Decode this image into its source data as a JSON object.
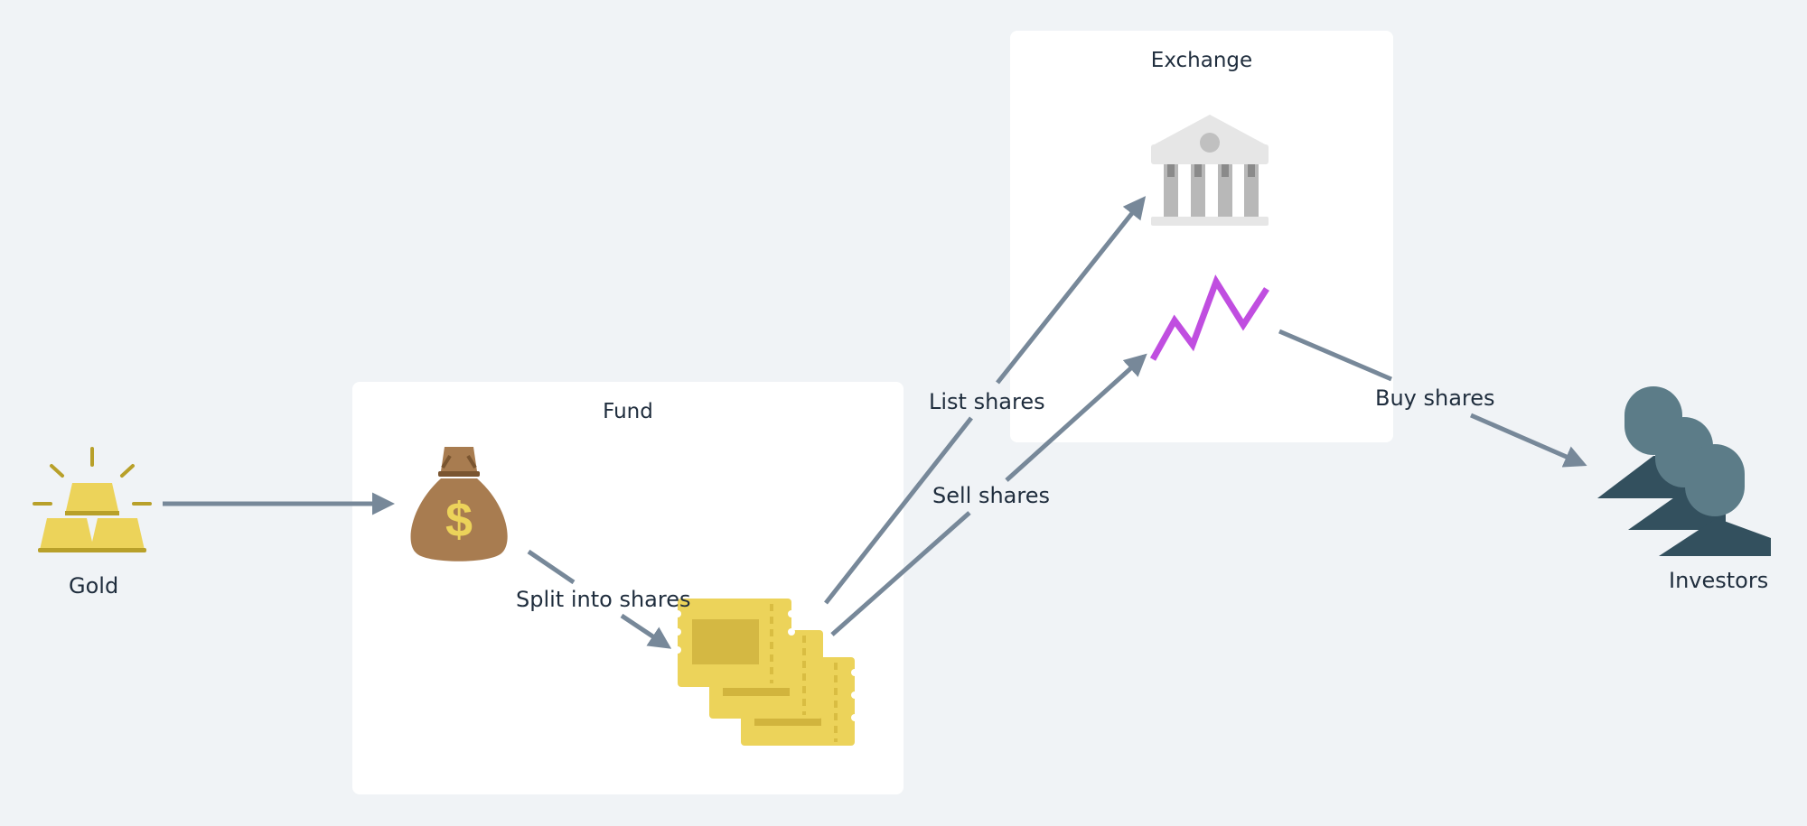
{
  "groups": {
    "fund": {
      "title": "Fund"
    },
    "exchange": {
      "title": "Exchange"
    }
  },
  "nodes": {
    "gold": {
      "label": "Gold",
      "icon": "gold-bars-icon"
    },
    "money_bag": {
      "label": "",
      "icon": "money-bag-icon"
    },
    "shares": {
      "label": "",
      "icon": "share-certificates-icon"
    },
    "bank": {
      "label": "",
      "icon": "bank-building-icon"
    },
    "price_chart": {
      "label": "",
      "icon": "price-zigzag-icon"
    },
    "investors": {
      "label": "Investors",
      "icon": "people-group-icon"
    }
  },
  "edges": {
    "gold_to_fund": {
      "label": ""
    },
    "split": {
      "label": "Split into shares"
    },
    "list": {
      "label": "List shares"
    },
    "sell": {
      "label": "Sell shares"
    },
    "buy": {
      "label": "Buy shares"
    }
  },
  "colors": {
    "background": "#f0f3f6",
    "arrow": "#778899",
    "gold": "#ecd35a",
    "gold_dark": "#b8a02a",
    "money_bag": "#a87c50",
    "bank": "#c0c0c0",
    "zigzag": "#c04ee0",
    "investors_head": "#5c7c88",
    "investors_body": "#33505e"
  }
}
